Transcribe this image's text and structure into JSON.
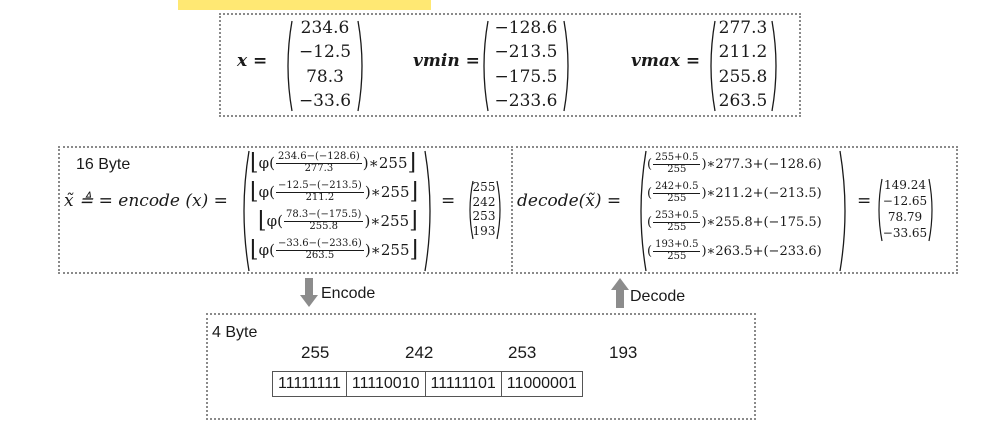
{
  "vectors": {
    "x": {
      "label": "x =",
      "values": [
        "234.6",
        "−12.5",
        "78.3",
        "−33.6"
      ]
    },
    "vmin": {
      "label": "vmin =",
      "values": [
        "−128.6",
        "−213.5",
        "−175.5",
        "−233.6"
      ]
    },
    "vmax": {
      "label": "vmax =",
      "values": [
        "277.3",
        "211.2",
        "255.8",
        "263.5"
      ]
    }
  },
  "encode_panel": {
    "size_label": "16 Byte",
    "lhs": "x̃ ≜ = encode (x) =",
    "rows": [
      {
        "num": "234.6−(−128.6)",
        "den": "277.3",
        "tail": "∗255"
      },
      {
        "num": "−12.5−(−213.5)",
        "den": "211.2",
        "tail": "∗255"
      },
      {
        "num": "78.3−(−175.5)",
        "den": "255.8",
        "tail": "∗255"
      },
      {
        "num": "−33.6−(−233.6)",
        "den": "263.5",
        "tail": "∗255"
      }
    ],
    "phi": "φ",
    "eq": "=",
    "result": [
      "255",
      "242",
      "253",
      "193"
    ]
  },
  "decode_panel": {
    "lhs": "decode(x̃) =",
    "rows": [
      {
        "num": "255+0.5",
        "den": "255",
        "tail": "∗277.3+(−128.6)"
      },
      {
        "num": "242+0.5",
        "den": "255",
        "tail": "∗211.2+(−213.5)"
      },
      {
        "num": "253+0.5",
        "den": "255",
        "tail": "∗255.8+(−175.5)"
      },
      {
        "num": "193+0.5",
        "den": "255",
        "tail": "∗263.5+(−233.6)"
      }
    ],
    "eq": "=",
    "result": [
      "149.24",
      "−12.65",
      "78.79",
      "−33.65"
    ]
  },
  "arrows": {
    "encode": "Encode",
    "decode": "Decode"
  },
  "byte_panel": {
    "size_label": "4 Byte",
    "values": [
      "255",
      "242",
      "253",
      "193"
    ],
    "bits": [
      "11111111",
      "11110010",
      "11111101",
      "11000001"
    ]
  },
  "colors": {
    "highlight": "#ffe873",
    "border": "#8a8a8a",
    "arrow": "#8c8c8c"
  }
}
